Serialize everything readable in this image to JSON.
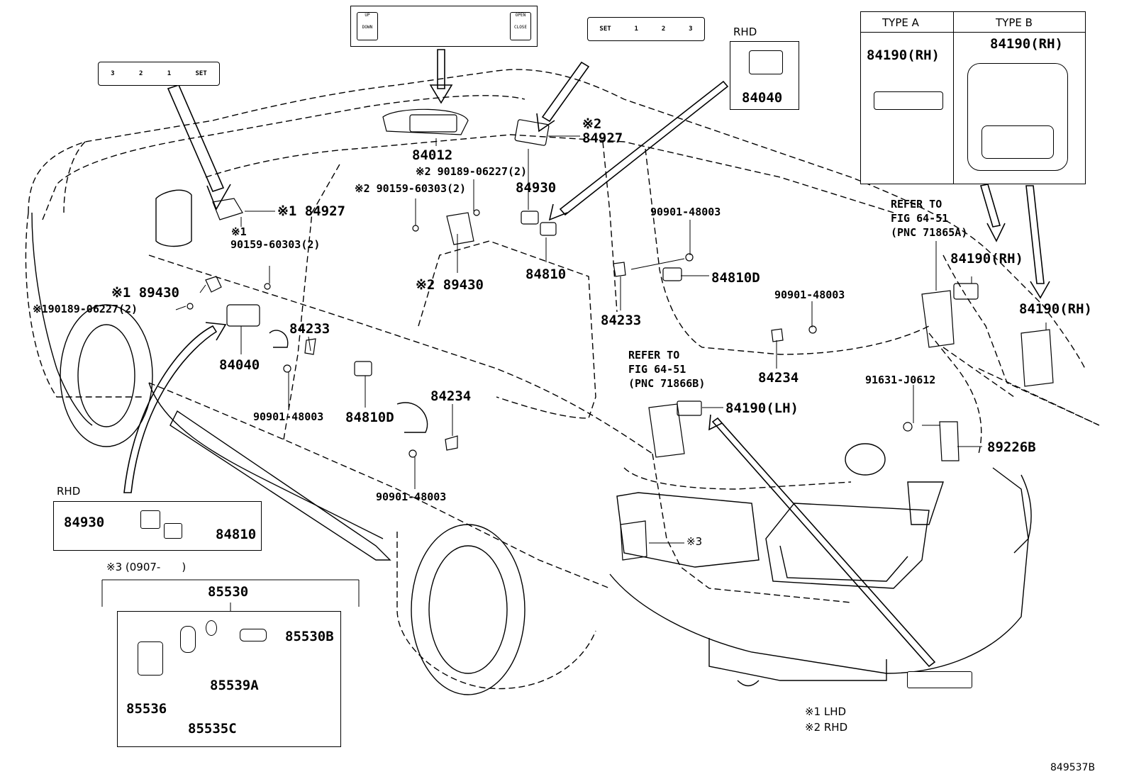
{
  "callouts": {
    "p84012": "84012",
    "p84927_rhd": "※2 84927",
    "p90189_rhd": "※2 90189-06227(2)",
    "p90159_rhd": "※2 90159-60303(2)",
    "p84930": "84930",
    "p84810": "84810",
    "p89430_rhd": "※2 89430",
    "p84927_lhd": "※1 84927",
    "p90159_lhd_mark": "※1",
    "p90159_lhd": "90159-60303(2)",
    "p89430_lhd": "※1 89430",
    "p90189_lhd": "※190189-06227(2)",
    "p84040": "84040",
    "p84233_left": "84233",
    "p90901_a": "90901-48003",
    "p84810d_left": "84810D",
    "p84234_left": "84234",
    "p90901_b": "90901-48003",
    "p90901_c": "90901-48003",
    "p84810d_right": "84810D",
    "p84233_right": "84233",
    "p90901_d": "90901-48003",
    "p84234_right": "84234",
    "p84190_lh": "84190(LH)",
    "p91631": "91631-J0612",
    "p89226b": "89226B",
    "p84190_rh_a": "84190(RH)",
    "p84190_rh_b": "84190(RH)",
    "mark3": "※3",
    "refer_a": [
      "REFER TO",
      "FIG 64-51",
      "(PNC 71865A)"
    ],
    "refer_b": [
      "REFER TO",
      "FIG 64-51",
      "(PNC 71866B)"
    ]
  },
  "insets": {
    "rhd_top": {
      "title": "RHD",
      "part": "84040"
    },
    "types": {
      "type_a": "TYPE A",
      "type_b": "TYPE B",
      "part_a": "84190(RH)",
      "part_b": "84190(RH)"
    },
    "rhd_left": {
      "title": "RHD",
      "part1": "84930",
      "part2": "84810"
    },
    "socket": {
      "header": "※3 (0907-　　)",
      "main": "85530",
      "parts": {
        "a": "85530B",
        "b": "85539A",
        "c": "85536",
        "d": "85535C"
      }
    }
  },
  "switches": {
    "seat_memory_left": [
      "3",
      "2",
      "1",
      "SET"
    ],
    "seat_memory_right": [
      "SET",
      "1",
      "2",
      "3"
    ],
    "roof": {
      "left_top": "UP",
      "left_bottom": "DOWN",
      "right_top": "OPEN",
      "right_bottom": "CLOSE"
    }
  },
  "legend": {
    "l1": "※1  LHD",
    "l2": "※2  RHD"
  },
  "figure_id": "849537B"
}
